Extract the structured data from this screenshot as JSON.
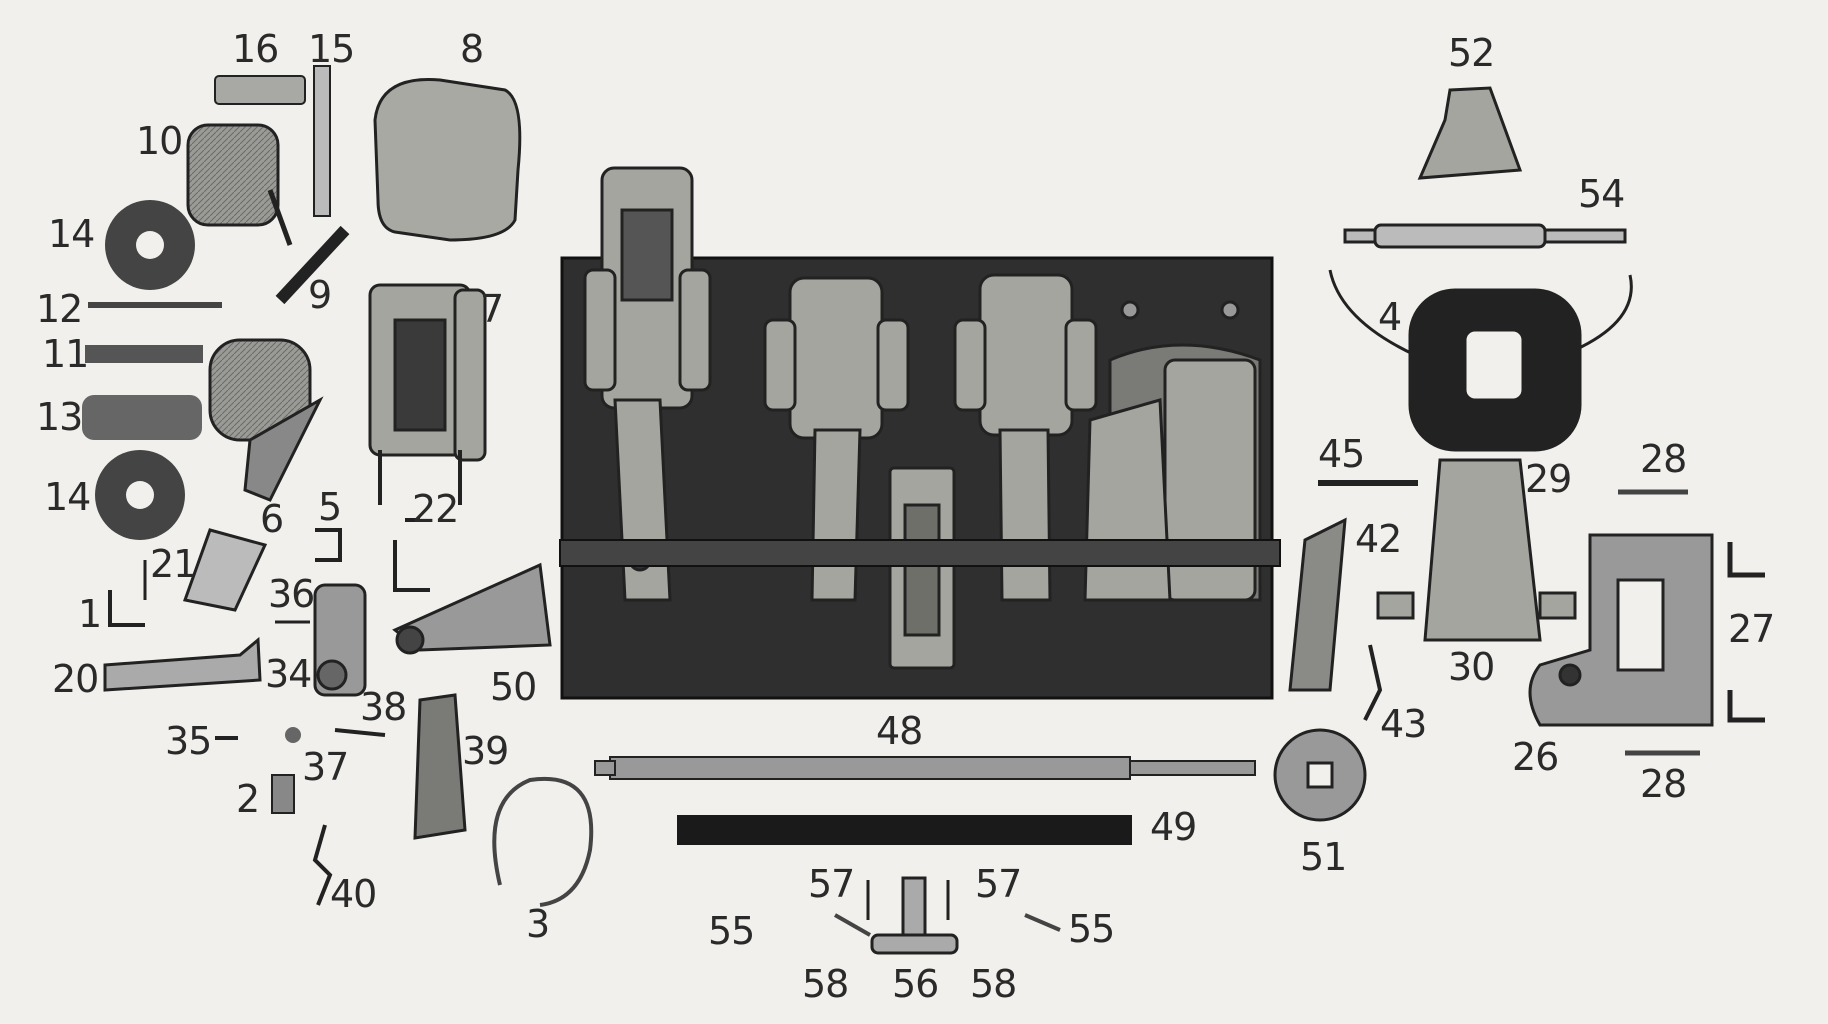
{
  "labels": {
    "n1": "1",
    "n2": "2",
    "n3": "3",
    "n4": "4",
    "n5": "5",
    "n6": "6",
    "n7": "7",
    "n8": "8",
    "n9": "9",
    "n10": "10",
    "n11": "11",
    "n12": "12",
    "n13": "13",
    "n14a": "14",
    "n14b": "14",
    "n15": "15",
    "n16": "16",
    "n20": "20",
    "n21": "21",
    "n22": "22",
    "n26": "26",
    "n27": "27",
    "n28a": "28",
    "n28b": "28",
    "n29": "29",
    "n30": "30",
    "n34": "34",
    "n35": "35",
    "n36": "36",
    "n37": "37",
    "n38": "38",
    "n39": "39",
    "n40": "40",
    "n42": "42",
    "n43": "43",
    "n45": "45",
    "n48": "48",
    "n49": "49",
    "n50": "50",
    "n51": "51",
    "n52": "52",
    "n54": "54",
    "n55a": "55",
    "n55b": "55",
    "n56": "56",
    "n57a": "57",
    "n57b": "57",
    "n58a": "58",
    "n58b": "58"
  },
  "colors": {
    "ink": "#2a2a2a",
    "panel": "#2f2f2f",
    "metal": "#8a8a86",
    "paper": "#f1f0ec"
  }
}
